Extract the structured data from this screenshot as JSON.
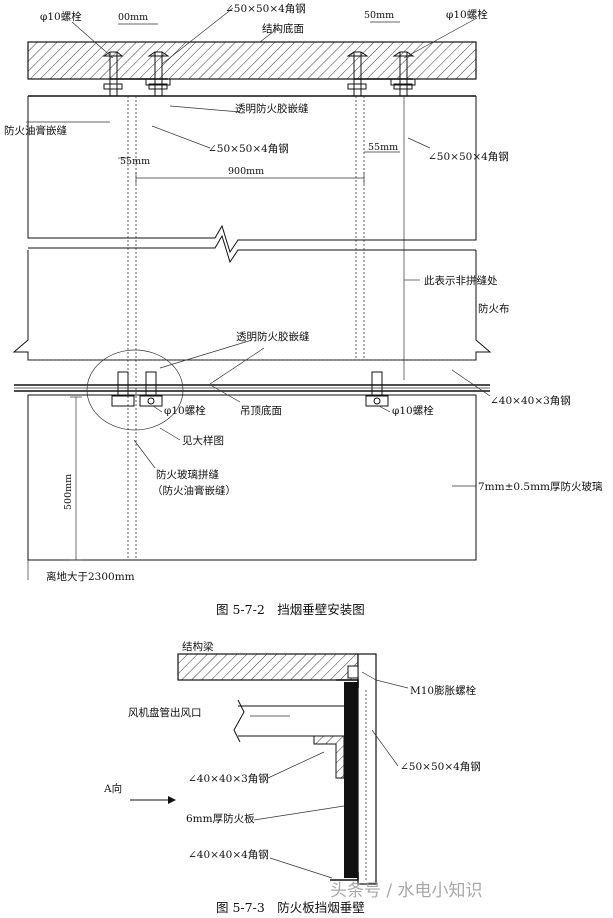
{
  "fig1": {
    "labels": {
      "bolt_top_left": "φ10螺栓",
      "dim_top_left": "00mm",
      "angle_top_center": "∠50×50×4角钢",
      "structure_bottom": "结构底面",
      "dim_top_right": "50mm",
      "bolt_top_right": "φ10螺栓",
      "asphalt_seam": "防火油膏嵌缝",
      "clear_glue_top": "透明防火胶嵌缝",
      "angle_mid_left": "∠50×50×4角钢",
      "angle_mid_right": "∠50×50×4角钢",
      "dim_55_left": "55mm",
      "dim_55_right": "55mm",
      "dim_900": "900mm",
      "non_seam": "此表示非拼缝处",
      "fire_cloth": "防火布",
      "clear_glue_bottom": "透明防火胶嵌缝",
      "bolt_bottom_left": "φ10螺栓",
      "ceiling_bottom": "吊顶底面",
      "bolt_bottom_right": "φ10螺栓",
      "angle_bottom_right": "∠40×40×3角钢",
      "detail_ref": "见大样图",
      "glass_seam": "防火玻璃拼缝",
      "glass_seam_sub": "（防火油膏嵌缝）",
      "dim_500": "500mm",
      "glass_spec": "7mm±0.5mm厚防火玻璃",
      "height_note": "离地大于2300mm"
    },
    "caption": "图 5-7-2　挡烟垂壁安装图"
  },
  "fig2": {
    "labels": {
      "beam": "结构梁",
      "expansion_bolt": "M10膨胀螺栓",
      "fan_coil_outlet": "风机盘管出风口",
      "angle_top": "∠50×50×4角钢",
      "angle_mid": "∠40×40×3角钢",
      "direction_a": "A向",
      "board": "6mm厚防火板",
      "angle_bottom": "∠40×40×4角钢"
    },
    "caption": "图 5-7-3　防火板挡烟垂壁"
  },
  "watermark": "头条号 / 水电小知识"
}
